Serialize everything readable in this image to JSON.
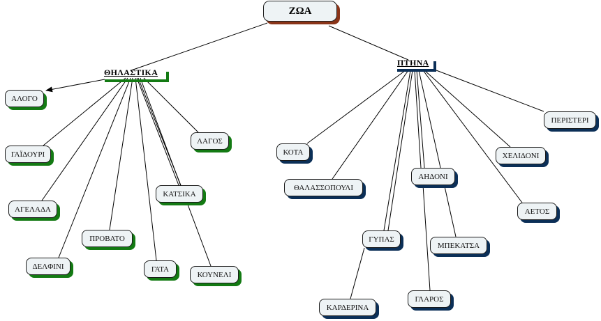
{
  "root": {
    "label": "ΖΩΑ",
    "shadow_color": "#8a3418"
  },
  "categories": [
    {
      "id": "mammals",
      "label": "ΘΗΛΑΣΤΙΚΑ",
      "accent": "#137a13",
      "children": [
        "ΑΛΟΓΟ",
        "ΓΑΪΔΟΥΡΙ",
        "ΑΓΕΛΑΔΑ",
        "ΔΕΛΦΙΝΙ",
        "ΠΡΟΒΑΤΟ",
        "ΓΑΤΑ",
        "ΚΑΤΣΙΚΑ",
        "ΚΟΥΝΕΛΙ",
        "ΛΑΓΟΣ"
      ]
    },
    {
      "id": "birds",
      "label": "ΠΤΗΝΑ",
      "accent": "#0b2f57",
      "children": [
        "ΚΟΤΑ",
        "ΘΑΛΑΣΣΟΠΟΥΛΙ",
        "ΓΥΠΑΣ",
        "ΚΑΡΔΕΡΙΝΑ",
        "ΑΗΔΟΝΙ",
        "ΓΛΑΡΟΣ",
        "ΜΠΕΚΑΤΣΑ",
        "ΑΕΤΟΣ",
        "ΧΕΛΙΔΟΝΙ",
        "ΠΕΡΙΣΤΕΡΙ"
      ]
    }
  ]
}
